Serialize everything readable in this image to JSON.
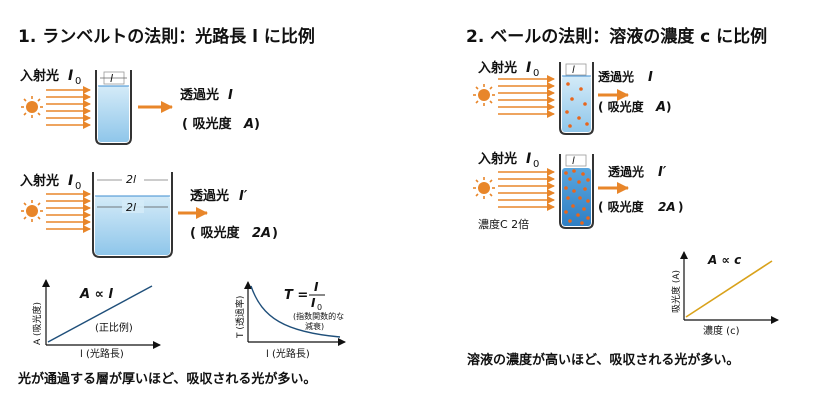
{
  "left": {
    "heading": "1. ランベルトの法則：光路長 l に比例",
    "panel1": {
      "incident_label": "入射光",
      "incident_symbol": "I",
      "incident_sub": "0",
      "path_label": "l",
      "transmitted_label": "透過光",
      "transmitted_symbol": "I",
      "absorbance_open": "( 吸光度 ",
      "absorbance_symbol": "A",
      "absorbance_close": " )"
    },
    "panel2": {
      "incident_label": "入射光",
      "incident_symbol": "I",
      "incident_sub": "0",
      "path_top_label": "2l",
      "path_label": "2l",
      "transmitted_label": "透過光",
      "transmitted_symbol": "I′",
      "absorbance_open": "( 吸光度 ",
      "absorbance_symbol": "2A",
      "absorbance_close": " )"
    },
    "graph_a": {
      "formula": "A ∝ l",
      "ylabel": "A (吸光度)",
      "xlabel": "l (光路長)",
      "annotation": "(正比例)"
    },
    "graph_t": {
      "formula_lhs": "T =",
      "formula_num": "I",
      "formula_den": "I",
      "formula_den_sub": "0",
      "ylabel": "T (透過率)",
      "xlabel": "l (光路長)",
      "annotation_line1": "(指数関数的な",
      "annotation_line2": "減衰)"
    },
    "caption": "光が通過する層が厚いほど、吸収される光が多い。"
  },
  "right": {
    "heading": "2. ベールの法則：溶液の濃度 c に比例",
    "panel1": {
      "incident_label": "入射光",
      "incident_symbol": "I",
      "incident_sub": "0",
      "path_label": "l",
      "transmitted_label": "透過光",
      "transmitted_symbol": "I",
      "absorbance_open": "( 吸光度 ",
      "absorbance_symbol": "A",
      "absorbance_close": " )"
    },
    "panel2": {
      "incident_label": "入射光",
      "incident_symbol": "I",
      "incident_sub": "0",
      "path_label": "l",
      "transmitted_label": "透過光",
      "transmitted_symbol": "I′",
      "absorbance_open": "( 吸光度 ",
      "absorbance_symbol": "2A",
      "absorbance_close": " )",
      "concentration_label": "濃度C 2倍"
    },
    "graph_c": {
      "formula": "A ∝ c",
      "ylabel": "吸光度 (A)",
      "xlabel": "濃度 (c)"
    },
    "caption": "溶液の濃度が高いほど、吸収される光が多い。"
  },
  "colors": {
    "ray": "#e8862a",
    "liquid_light": "#bfe0f5",
    "liquid_mid": "#9fcfee",
    "glass": "#333333",
    "line_graph": "#1f4f7a",
    "line_c": "#d9a21b",
    "particle": "#e8661c"
  }
}
